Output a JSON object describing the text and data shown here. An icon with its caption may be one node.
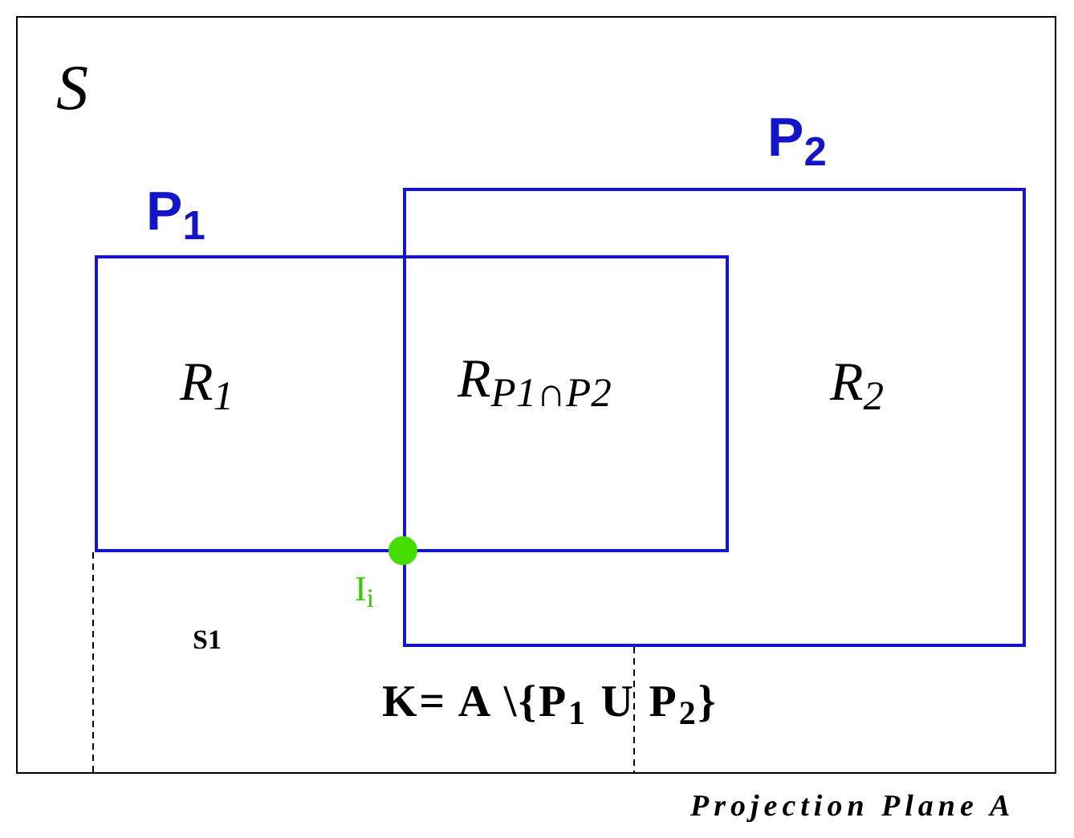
{
  "diagram": {
    "nodes": [
      {
        "text": [
          "S"
        ]
      },
      {
        "text": [
          "P$_{1}$"
        ],
        "in": 0
      },
      {
        "text": [
          "P$_{2}$"
        ],
        "in": 0
      }
    ],
    "edges": [],
    "labels": [
      "R$_{1}$",
      "R$_{P1∩P2}$",
      "R$_{2}$",
      "I$_{i}$",
      "S1",
      "K= A \\{P$_{1}$ U P$_{2}$}",
      "Projection Plane A"
    ]
  }
}
